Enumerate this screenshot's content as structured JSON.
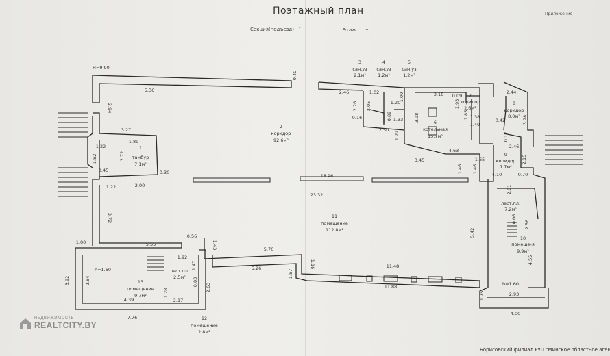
{
  "header": {
    "title": "Поэтажный план",
    "section_label": "Секция(подъезд)",
    "section_value": "-",
    "floor_label": "Этаж",
    "floor_value": "1",
    "appendix": "Приложение"
  },
  "height_mark": "H=9.90",
  "rooms": [
    {
      "num": "1",
      "name": "тамбур",
      "area": "7.1м²"
    },
    {
      "num": "2",
      "name": "коридор",
      "area": "92.6м²"
    },
    {
      "num": "3",
      "name": "сан.уз",
      "area": "2.1м²"
    },
    {
      "num": "4",
      "name": "сан.уз",
      "area": "1.2м²"
    },
    {
      "num": "5",
      "name": "сан.уз",
      "area": "1.2м²"
    },
    {
      "num": "6",
      "name": "котельная",
      "area": "15.7м²"
    },
    {
      "num": "7",
      "name": "коридор",
      "area": "2.6м²"
    },
    {
      "num": "8",
      "name": "коридор",
      "area": "8.0м²"
    },
    {
      "num": "9",
      "name": "коридор",
      "area": "7.7м²"
    },
    {
      "num": "10",
      "name": "помеще-я",
      "area": "9.9м²"
    },
    {
      "num": "11",
      "name": "помещение",
      "area": "112.8м²"
    },
    {
      "num": "12",
      "name": "помещение",
      "area": "2.8м²"
    },
    {
      "num": "13",
      "name": "помещение",
      "area": "9.7м²"
    },
    {
      "num": "",
      "name": "лест.пл.",
      "area": "2.5м²"
    },
    {
      "num": "",
      "name": "лест.пл.",
      "area": "7.2м²"
    }
  ],
  "dimensions": [
    "5.36",
    "0.40",
    "2.94",
    "3.27",
    "1.89",
    "1.22",
    "1.82",
    "2.72",
    "0.45",
    "2.00",
    "0.30",
    "1.22",
    "3.72",
    "1.00",
    "5.55",
    "0.56",
    "1.92",
    "1.47",
    "1.43",
    "5.76",
    "5.26",
    "3.92",
    "2.84",
    "h=1.60",
    "1.28",
    "0.03",
    "2.17",
    "4.39",
    "2.63",
    "7.76",
    "1.16",
    "1.87",
    "18.96",
    "23.32",
    "2.46",
    "1.02",
    "1.20",
    "1.00",
    "0.89",
    "1.33",
    "2.26",
    "2.05",
    "0.16",
    "2.50",
    "1.22",
    "3.98",
    "3.18",
    "0.09",
    "1.93",
    "1.85",
    "1.38",
    "1.49",
    "4.63",
    "3.45",
    "1.65",
    "1.46",
    "1.46",
    "2.44",
    "3.28",
    "0.42",
    "0.12",
    "2.46",
    "2.15",
    "4.10",
    "0.70",
    "2.81",
    "2.56",
    "0.06",
    "5.42",
    "4.55",
    "11.48",
    "11.88",
    "1.75",
    "h=1.60",
    "2.93",
    "4.00"
  ],
  "stamp": "Борисовский филиал РУП \"Минское областное агентство",
  "watermark": {
    "top": "НЕДВИЖИМОСТЬ",
    "brand": "REALTCITY.BY"
  },
  "colors": {
    "ink": "#2b2b2b",
    "paper": "#ecebe7",
    "watermark": "#8c8c8c"
  }
}
